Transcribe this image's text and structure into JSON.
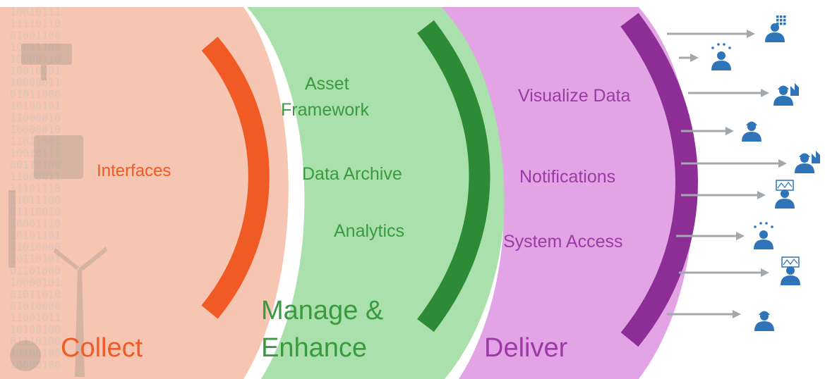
{
  "stages": {
    "collect": {
      "title": "Collect",
      "items": [
        "Interfaces"
      ]
    },
    "manage": {
      "title_line1": "Manage &",
      "title_line2": "Enhance",
      "items": [
        "Asset",
        "Framework",
        "Data Archive",
        "Analytics"
      ]
    },
    "deliver": {
      "title": "Deliver",
      "items": [
        "Visualize Data",
        "Notifications",
        "System Access"
      ]
    }
  },
  "colors": {
    "collect_fill": "#f7c6b2",
    "collect_arc": "#f05a24",
    "collect_text": "#f05a24",
    "manage_fill": "#a9e0ab",
    "manage_arc": "#2e8b35",
    "manage_text": "#3a9a3f",
    "deliver_fill": "#e2a4e4",
    "deliver_arc": "#8c2e96",
    "deliver_text": "#9b3aa6",
    "arrow": "#a3a8ad",
    "user_icon": "#2f74b8"
  },
  "binary_rows": [
    "10010111",
    "11110110",
    "01001100",
    "10011100",
    "10000110",
    "10010001",
    "10000011",
    "01011000",
    "10100101",
    "11000010",
    "10000010",
    "11011001",
    "10010111",
    "00110100",
    "11000011",
    "11101110",
    "11011100",
    "01110010",
    "10001110",
    "10101101",
    "11010000",
    "10110101",
    "01101000",
    "10000101",
    "01011010",
    "01010000",
    "11001011",
    "10100100",
    "01110100",
    "10100100",
    "10000100"
  ],
  "users": [
    {
      "icon": "user-data-grid-icon"
    },
    {
      "icon": "user-network-icon"
    },
    {
      "icon": "worker-factory-icon"
    },
    {
      "icon": "worker-hardhat-icon"
    },
    {
      "icon": "worker-factory-icon"
    },
    {
      "icon": "user-chart-icon"
    },
    {
      "icon": "user-network-icon"
    },
    {
      "icon": "user-chart-icon"
    },
    {
      "icon": "worker-hardhat-icon"
    }
  ]
}
